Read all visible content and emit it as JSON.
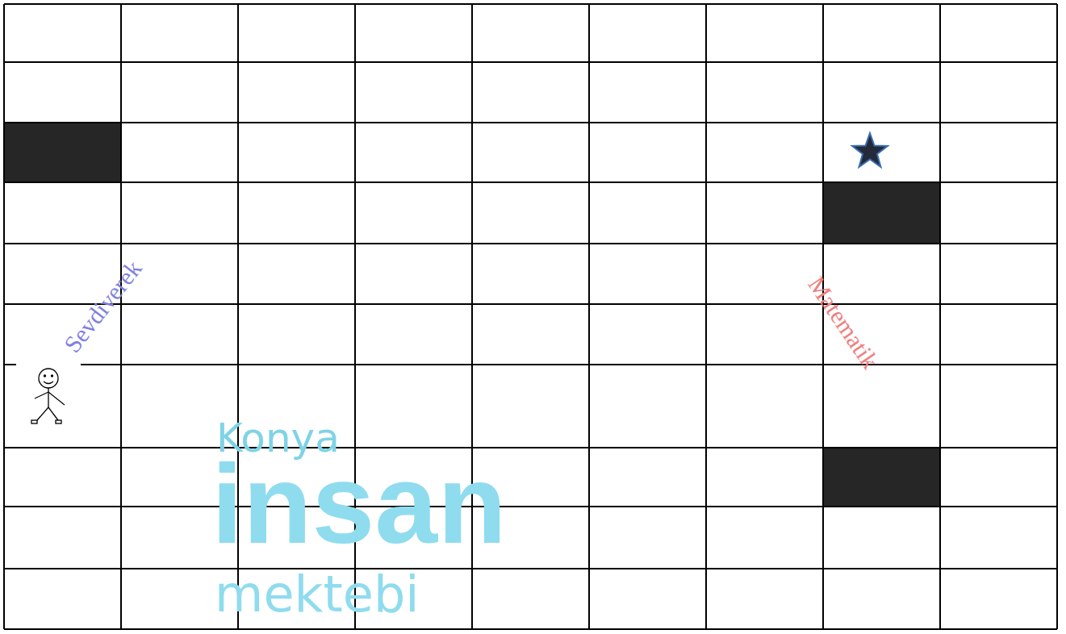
{
  "diagram": {
    "labels": [
      "Konya",
      "insan",
      "mektebi",
      "Sevdiverek",
      "Matematik"
    ]
  }
}
